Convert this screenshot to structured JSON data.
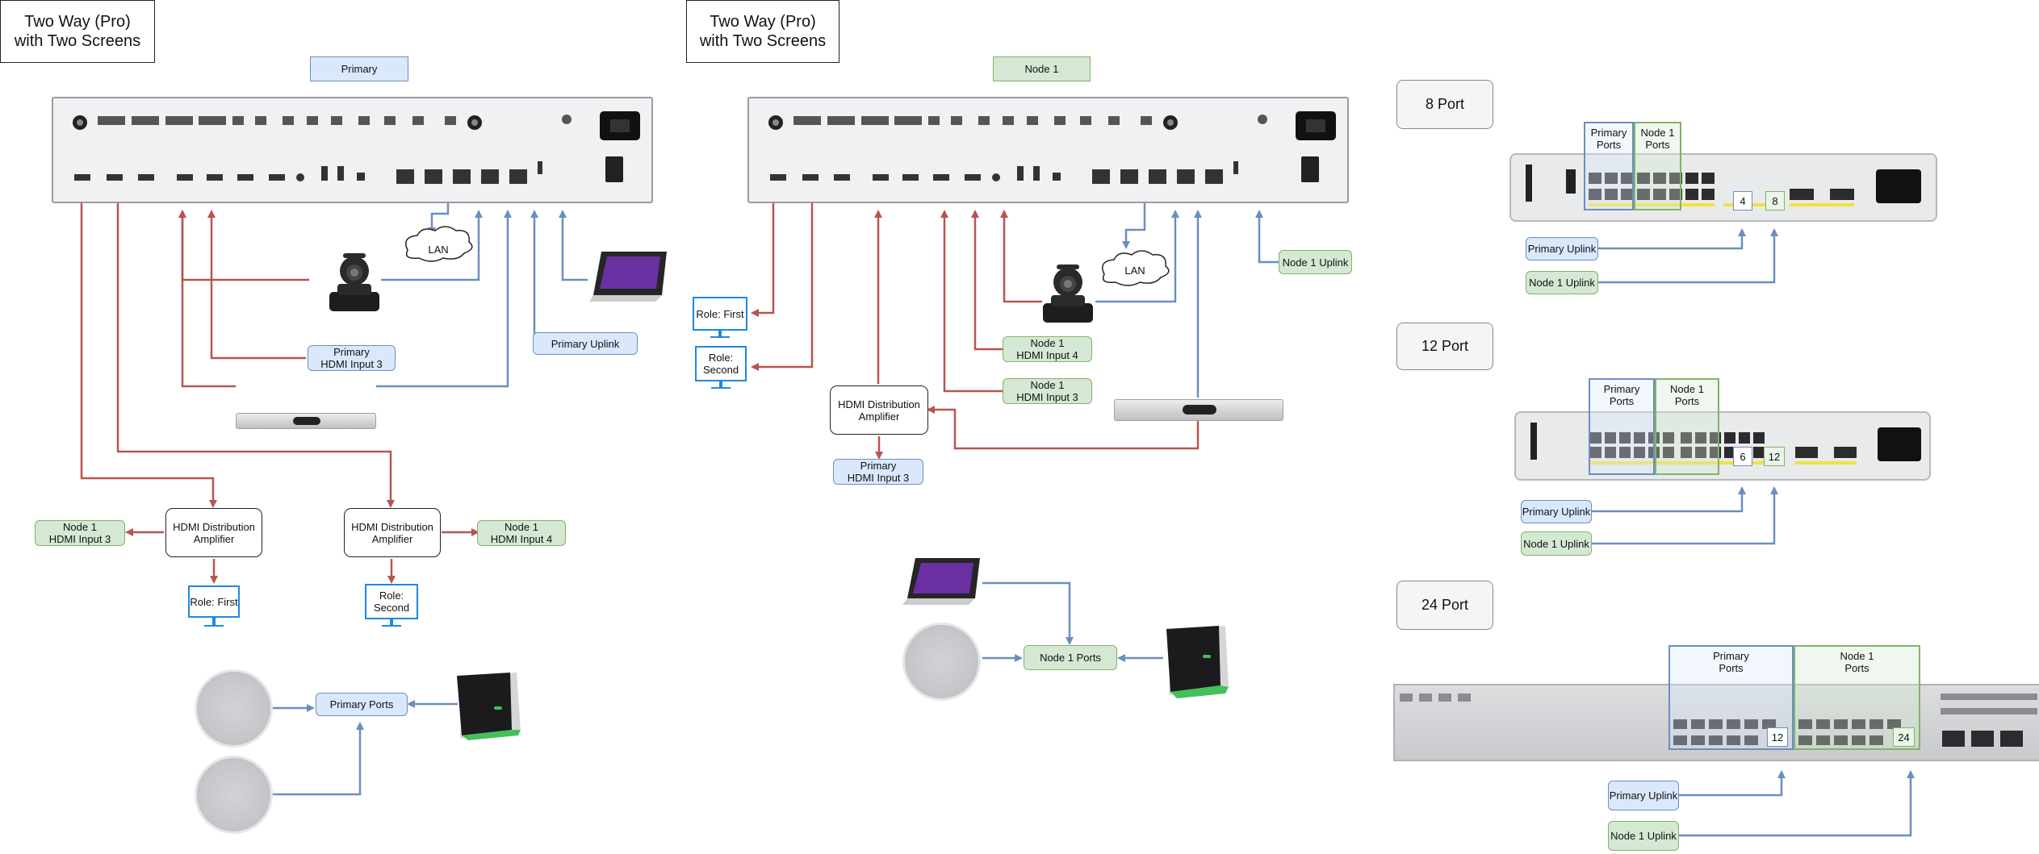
{
  "sections": {
    "left_title": "Two Way (Pro)\nwith Two Screens",
    "mid_title": "Two Way (Pro)\nwith Two Screens"
  },
  "left": {
    "codec_label": "Primary",
    "lan": "LAN",
    "primary_hdmi3": "Primary\nHDMI Input 3",
    "primary_uplink": "Primary Uplink",
    "hda1": "HDMI Distribution\nAmplifier",
    "hda2": "HDMI Distribution\nAmplifier",
    "node1_hdmi3": "Node 1\nHDMI Input 3",
    "node1_hdmi4": "Node 1\nHDMI Input 4",
    "role_first": "Role: First",
    "role_second": "Role:\nSecond",
    "primary_ports": "Primary Ports"
  },
  "mid": {
    "codec_label": "Node 1",
    "lan": "LAN",
    "node1_uplink": "Node 1 Uplink",
    "role_first": "Role: First",
    "role_second": "Role:\nSecond",
    "node1_hdmi4": "Node 1\nHDMI Input 4",
    "node1_hdmi3": "Node 1\nHDMI Input 3",
    "hda": "HDMI Distribution\nAmplifier",
    "primary_hdmi3": "Primary\nHDMI Input 3",
    "node1_ports": "Node 1 Ports"
  },
  "right": {
    "p8": {
      "title": "8 Port",
      "primary_ports": "Primary\nPorts",
      "node1_ports": "Node 1\nPorts",
      "primary_uplink": "Primary Uplink",
      "node1_uplink": "Node 1 Uplink",
      "port_a": "4",
      "port_b": "8"
    },
    "p12": {
      "title": "12 Port",
      "primary_ports": "Primary\nPorts",
      "node1_ports": "Node 1\nPorts",
      "primary_uplink": "Primary Uplink",
      "node1_uplink": "Node 1 Uplink",
      "port_a": "6",
      "port_b": "12"
    },
    "p24": {
      "title": "24 Port",
      "primary_ports": "Primary\nPorts",
      "node1_ports": "Node 1\nPorts",
      "primary_uplink": "Primary Uplink",
      "node1_uplink": "Node 1 Uplink",
      "port_a": "12",
      "port_b": "24"
    }
  },
  "colors": {
    "red_line": "#b85450",
    "blue_line": "#6c8ebf",
    "blue_fill": "#dae8fc",
    "green_fill": "#d5e8d4",
    "green_border": "#82b366",
    "display_blue": "#1e88e5"
  },
  "icons": [
    "camera-icon",
    "touch-panel-icon",
    "ceiling-speaker-icon",
    "room-navigator-icon",
    "display-icon",
    "cloud-icon",
    "soundbar-icon",
    "network-switch-icon"
  ]
}
